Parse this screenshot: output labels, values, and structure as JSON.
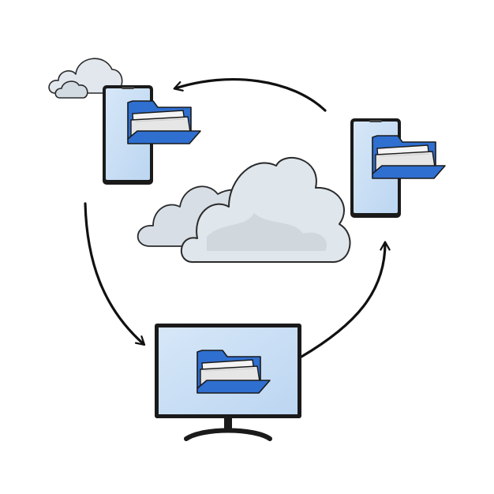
{
  "colors": {
    "outline": "#1a1a1a",
    "screen": "#c9dff4",
    "screen_light": "#e3eefa",
    "folder_blue": "#2f6fd0",
    "folder_blue_dark": "#1f55a8",
    "paper": "#f2f2f2",
    "paper_shade": "#d9d9d9",
    "cloud_fill": "#dfe6ec",
    "cloud_shade": "#c8d0d7",
    "cloud_outline": "#2a2a2a",
    "arrow": "#111111"
  },
  "nodes": [
    {
      "id": "phone-left",
      "kind": "smartphone",
      "icon": "folder-icon"
    },
    {
      "id": "phone-right",
      "kind": "smartphone",
      "icon": "folder-icon"
    },
    {
      "id": "monitor",
      "kind": "desktop-monitor",
      "icon": "folder-icon"
    },
    {
      "id": "cloud-center",
      "kind": "cloud",
      "icon": "cloud-icon"
    },
    {
      "id": "cloud-small",
      "kind": "cloud",
      "icon": "cloud-icon"
    }
  ],
  "edges": [
    {
      "from": "phone-right",
      "to": "phone-left",
      "icon": "curved-arrow-icon"
    },
    {
      "from": "phone-left",
      "to": "monitor",
      "icon": "curved-arrow-icon"
    },
    {
      "from": "monitor",
      "to": "phone-right",
      "icon": "curved-arrow-icon"
    }
  ]
}
